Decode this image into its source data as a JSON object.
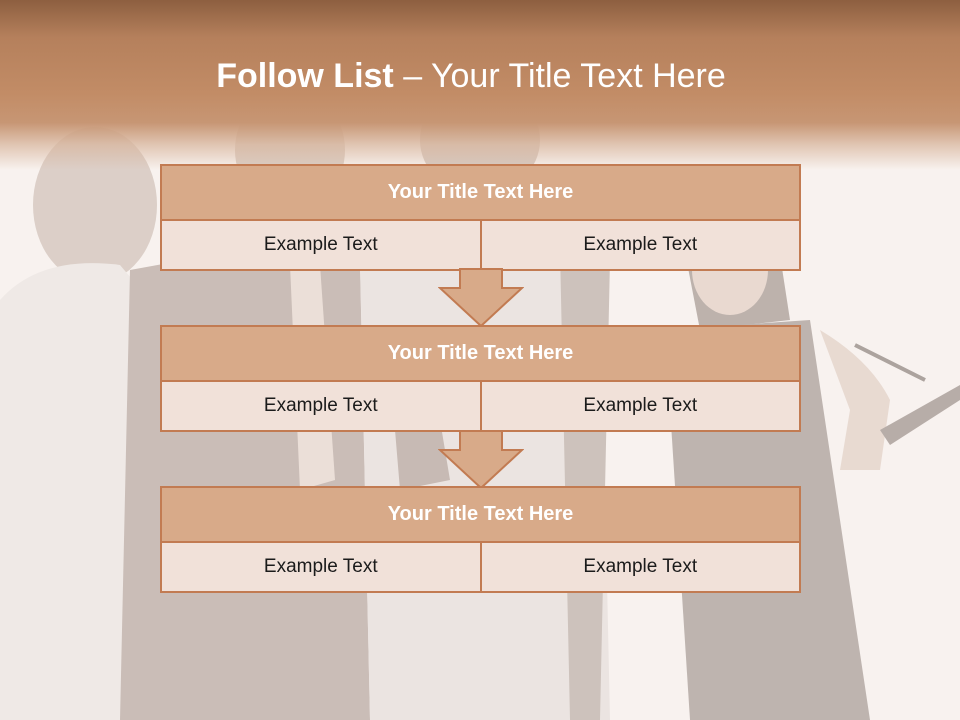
{
  "slide": {
    "title_bold": "Follow List",
    "title_sep": " – ",
    "title_rest": "Your Title Text Here"
  },
  "blocks": [
    {
      "title": "Your Title Text Here",
      "left": "Example Text",
      "right": "Example Text"
    },
    {
      "title": "Your Title Text Here",
      "left": "Example Text",
      "right": "Example Text"
    },
    {
      "title": "Your Title Text Here",
      "left": "Example Text",
      "right": "Example Text"
    }
  ],
  "colors": {
    "header": "#c28c66",
    "block_title_fill": "#d8aa89",
    "block_cell_fill": "#f1e1d9",
    "border": "#c27b52"
  }
}
